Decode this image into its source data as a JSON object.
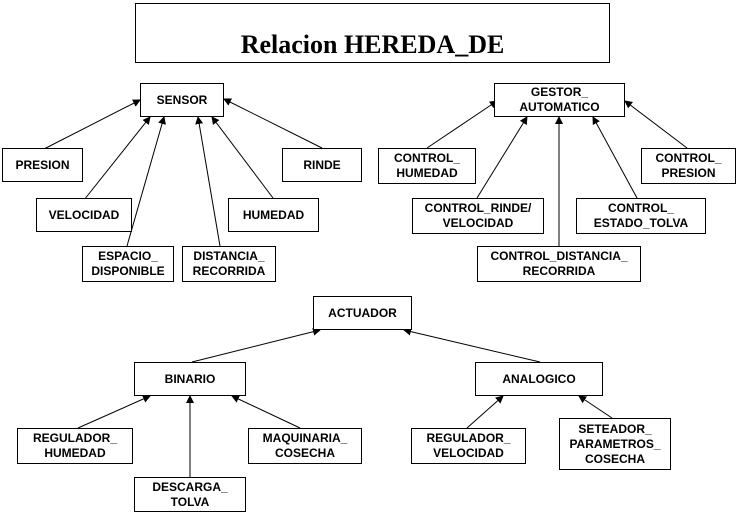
{
  "title": "Relacion HEREDA_DE",
  "groups": [
    {
      "parent": {
        "label": "SENSOR"
      },
      "children": [
        {
          "label": "PRESION"
        },
        {
          "label": "VELOCIDAD"
        },
        {
          "label": "ESPACIO_\nDISPONIBLE"
        },
        {
          "label": "DISTANCIA_\nRECORRIDA"
        },
        {
          "label": "HUMEDAD"
        },
        {
          "label": "RINDE"
        }
      ]
    },
    {
      "parent": {
        "label": "GESTOR_\nAUTOMATICO"
      },
      "children": [
        {
          "label": "CONTROL_\nHUMEDAD"
        },
        {
          "label": "CONTROL_RINDE/\nVELOCIDAD"
        },
        {
          "label": "CONTROL_DISTANCIA_\nRECORRIDA"
        },
        {
          "label": "CONTROL_\nESTADO_TOLVA"
        },
        {
          "label": "CONTROL_\nPRESION"
        }
      ]
    },
    {
      "parent": {
        "label": "ACTUADOR"
      },
      "children": [
        {
          "label": "BINARIO"
        },
        {
          "label": "ANALOGICO"
        }
      ]
    },
    {
      "parent": {
        "label": "BINARIO"
      },
      "children": [
        {
          "label": "REGULADOR_\nHUMEDAD"
        },
        {
          "label": "DESCARGA_\nTOLVA"
        },
        {
          "label": "MAQUINARIA_\nCOSECHA"
        }
      ]
    },
    {
      "parent": {
        "label": "ANALOGICO"
      },
      "children": [
        {
          "label": "REGULADOR_\nVELOCIDAD"
        },
        {
          "label": "SETEADOR_\nPARAMETROS_\nCOSECHA"
        }
      ]
    }
  ]
}
